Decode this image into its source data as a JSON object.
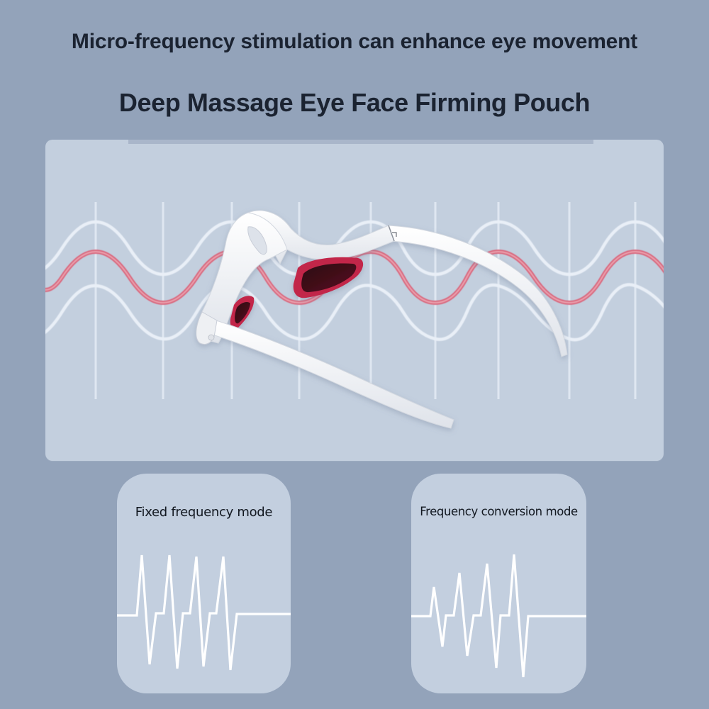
{
  "header": {
    "headline_1": "Micro-frequency stimulation can enhance eye movement",
    "headline_2": "Deep Massage Eye Face Firming Pouch"
  },
  "hero": {
    "illustration": "eye-massager-glasses",
    "background_pattern": "sine-waves-with-vertical-gridlines",
    "colors": {
      "panel": "#c3cfde",
      "white_wave": "#e9eff7",
      "red_wave": "#d9687e",
      "device": "#f4f5f7",
      "device_pad": "#c2274a",
      "device_pad_inner": "#3a0e18"
    }
  },
  "modes": [
    {
      "title": "Fixed frequency mode",
      "icon": "waveform-fixed-icon"
    },
    {
      "title": "Frequency conversion mode",
      "icon": "waveform-conversion-icon"
    }
  ],
  "theme": {
    "background": "#93a3ba",
    "card": "#c3cfdf",
    "text": "#1b2331",
    "waveform": "#ffffff"
  }
}
